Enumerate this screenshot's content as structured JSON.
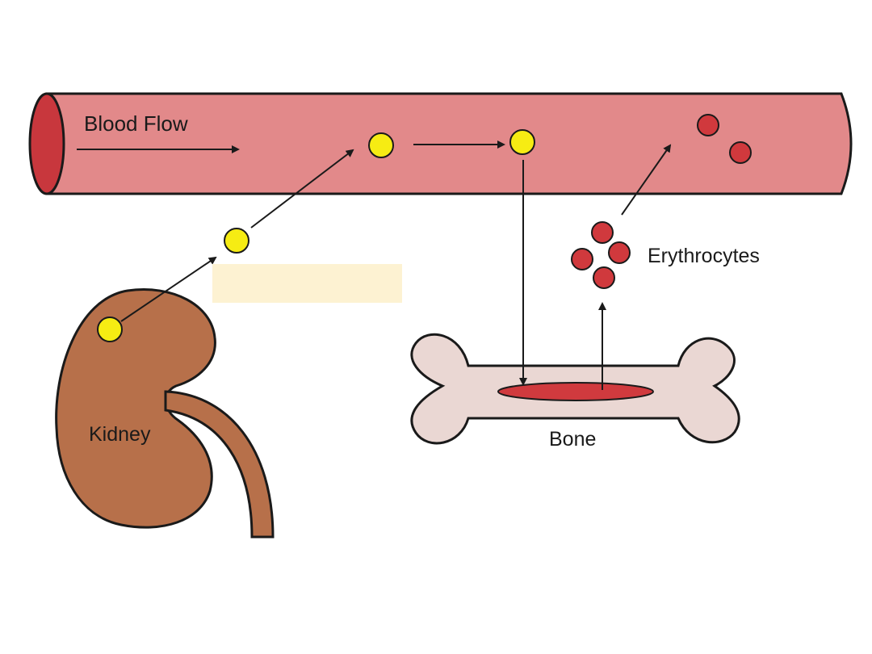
{
  "labels": {
    "blood_flow": "Blood Flow",
    "erythrocytes": "Erythrocytes",
    "kidney": "Kidney",
    "bone": "Bone"
  },
  "colors": {
    "vessel_fill": "#e2898a",
    "vessel_end": "#c8373d",
    "kidney_fill": "#b7704a",
    "bone_fill": "#ead7d3",
    "marrow_fill": "#d03a3e",
    "molecule_fill": "#f6ec13",
    "erythrocyte_fill": "#d0393d",
    "label_mask": "#fdf2d2",
    "stroke": "#1a1a1a"
  }
}
